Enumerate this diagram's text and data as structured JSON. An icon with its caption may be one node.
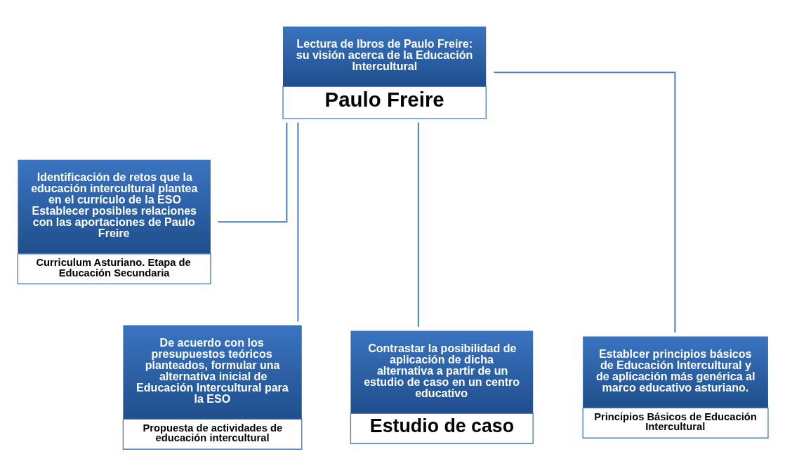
{
  "diagram": {
    "nodes": [
      {
        "text": [
          "Lectura de lbros de Paulo Freire: su visión acerca de la Educación Intercultural",
          "Paulo Freire"
        ]
      },
      {
        "text": [
          "Identificación de retos que la educación intercultural plantea en el currículo de la ESO Establecer posibles relaciones con las aportaciones de Paulo Freire",
          "Curriculum Asturiano. Etapa de Educación Secundaria"
        ]
      },
      {
        "text": [
          "De acuerdo con los presupuestos teóricos planteados, formular una alternativa inicial de Educación Intercultural para la ESO",
          "Propuesta de actividades de educación intercultural"
        ]
      },
      {
        "text": [
          "Contrastar la posibilidad de aplicación de dicha alternativa a partir de un estudio de caso en un centro educativo",
          "Estudio de caso"
        ]
      },
      {
        "text": [
          "Establcer principios básicos de Educación Intercultural y de aplicación más genérica al marco educativo asturiano.",
          "Principios Básicos de Educación Intercultural"
        ]
      }
    ],
    "edges": [
      {
        "from": 0,
        "to": 1,
        "arrow": "none"
      },
      {
        "from": 0,
        "to": 2,
        "arrow": "none"
      },
      {
        "from": 0,
        "to": 3,
        "arrow": "none"
      },
      {
        "from": 0,
        "to": 4,
        "arrow": "none"
      }
    ]
  }
}
